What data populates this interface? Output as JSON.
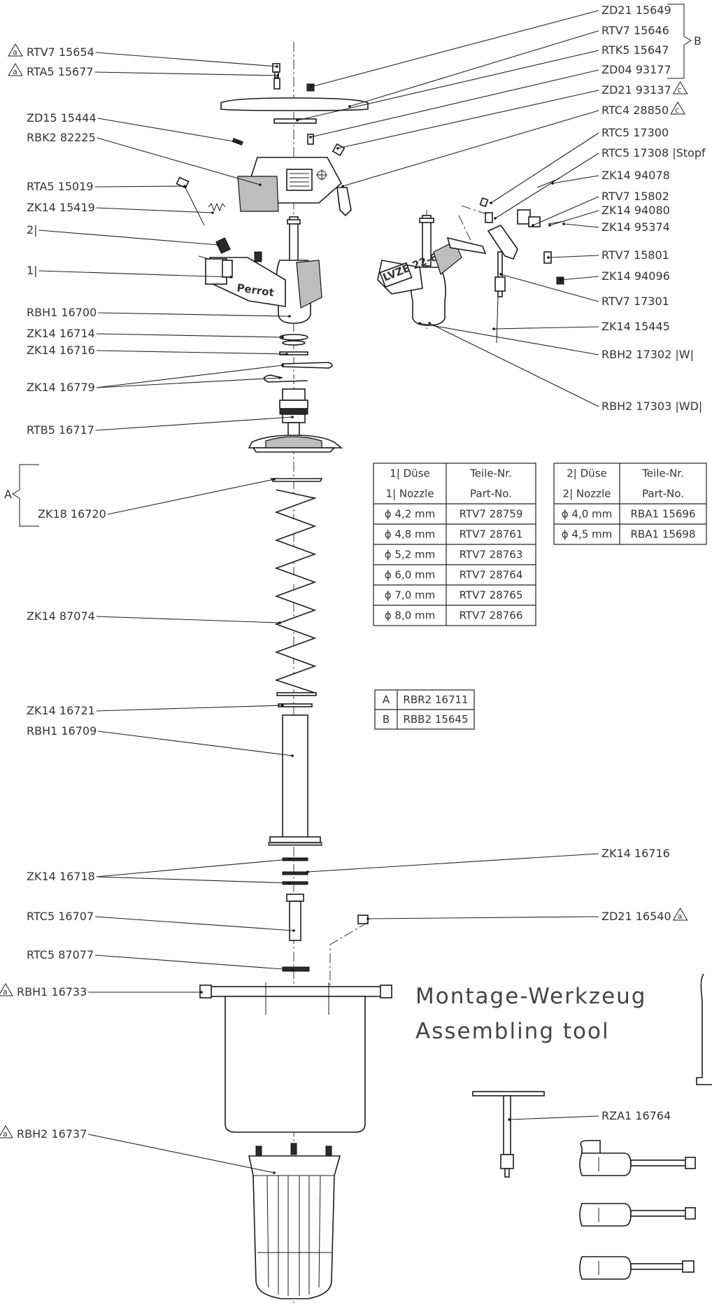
{
  "callouts": [
    {
      "text": "RTV7 15654",
      "rev": true,
      "side": "left"
    },
    {
      "text": "RTA5 15677",
      "rev": true,
      "side": "left"
    },
    {
      "text": "ZD15 15444",
      "side": "left"
    },
    {
      "text": "RBK2 82225",
      "side": "left"
    },
    {
      "text": "RTA5 15019",
      "side": "left"
    },
    {
      "text": "ZK14 15419",
      "side": "left"
    },
    {
      "text": "2|",
      "side": "left"
    },
    {
      "text": "1|",
      "side": "left"
    },
    {
      "text": "RBH1 16700",
      "side": "left"
    },
    {
      "text": "ZK14 16714",
      "side": "left"
    },
    {
      "text": "ZK14 16716",
      "side": "left"
    },
    {
      "text": "ZK14 16779",
      "side": "left"
    },
    {
      "text": "RTB5 16717",
      "side": "left"
    },
    {
      "text": "ZK18 16720",
      "side": "left"
    },
    {
      "text": "ZK14 87074",
      "side": "left"
    },
    {
      "text": "ZK14 16721",
      "side": "left"
    },
    {
      "text": "RBH1 16709",
      "side": "left"
    },
    {
      "text": "ZK14 16718",
      "side": "left"
    },
    {
      "text": "RTC5 16707",
      "side": "left"
    },
    {
      "text": "RTC5 87077",
      "side": "left"
    },
    {
      "text": "RBH1 16733",
      "rev": true,
      "side": "left"
    },
    {
      "text": "RBH2 16737",
      "rev": true,
      "side": "left"
    },
    {
      "text": "ZD21 15649",
      "side": "right"
    },
    {
      "text": "RTV7 15646",
      "side": "right"
    },
    {
      "text": "RTK5 15647",
      "side": "right"
    },
    {
      "text": "ZD04 93177",
      "side": "right"
    },
    {
      "text": "ZD21 93137",
      "rev": true,
      "revChar": "c",
      "side": "right"
    },
    {
      "text": "RTC4 28850",
      "rev": true,
      "revChar": "c",
      "side": "right"
    },
    {
      "text": "RTC5 17300",
      "side": "right"
    },
    {
      "text": "RTC5 17308 |Stopf",
      "side": "right"
    },
    {
      "text": "ZK14 94078",
      "side": "right"
    },
    {
      "text": "RTV7 15802",
      "side": "right"
    },
    {
      "text": "ZK14 94080",
      "side": "right"
    },
    {
      "text": "ZK14 95374",
      "side": "right"
    },
    {
      "text": "RTV7 15801",
      "side": "right"
    },
    {
      "text": "ZK14 94096",
      "side": "right"
    },
    {
      "text": "RTV7 17301",
      "side": "right"
    },
    {
      "text": "ZK14 15445",
      "side": "right"
    },
    {
      "text": "RBH2 17302 |W|",
      "side": "right"
    },
    {
      "text": "RBH2 17303 |WD|",
      "side": "right"
    },
    {
      "text": "ZK14 16716",
      "side": "right"
    },
    {
      "text": "ZD21 16540",
      "rev": true,
      "side": "right"
    },
    {
      "text": "RZA1 16764",
      "side": "right"
    }
  ],
  "group_labels": {
    "A": "A",
    "B": "B"
  },
  "nozzle_table_1": {
    "header": [
      "1| Düse",
      "Teile-Nr."
    ],
    "header2": [
      "1| Nozzle",
      "Part-No."
    ],
    "rows": [
      [
        "ϕ 4,2 mm",
        "RTV7 28759"
      ],
      [
        "ϕ 4,8 mm",
        "RTV7 28761"
      ],
      [
        "ϕ 5,2 mm",
        "RTV7 28763"
      ],
      [
        "ϕ 6,0 mm",
        "RTV7 28764"
      ],
      [
        "ϕ 7,0 mm",
        "RTV7 28765"
      ],
      [
        "ϕ 8,0 mm",
        "RTV7 28766"
      ]
    ]
  },
  "nozzle_table_2": {
    "header": [
      "2| Düse",
      "Teile-Nr."
    ],
    "header2": [
      "2| Nozzle",
      "Part-No."
    ],
    "rows": [
      [
        "ϕ 4,0 mm",
        "RBA1 15696"
      ],
      [
        "ϕ 4,5 mm",
        "RBA1 15698"
      ]
    ]
  },
  "group_table": {
    "rows": [
      [
        "A",
        "RBR2 16711"
      ],
      [
        "B",
        "RBB2 15645"
      ]
    ]
  },
  "tool_title": {
    "line1": "Montage-Werkzeug",
    "line2": "Assembling tool"
  },
  "burner_label": "Perrot",
  "burner_label_2": "LVZE 22-6",
  "rev_mark": "a"
}
